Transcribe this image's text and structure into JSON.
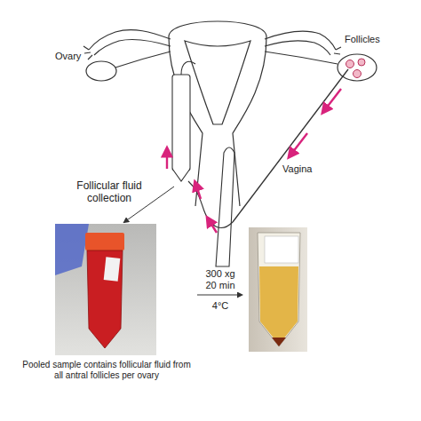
{
  "diagram": {
    "labels": [
      "Ovary",
      "Follicles",
      "Follicular fluid collection",
      "Vagina",
      "300 xg",
      "20 min",
      "4°C",
      "Pooled sample contains follicular fluid from all antral follicles per ovary"
    ]
  }
}
